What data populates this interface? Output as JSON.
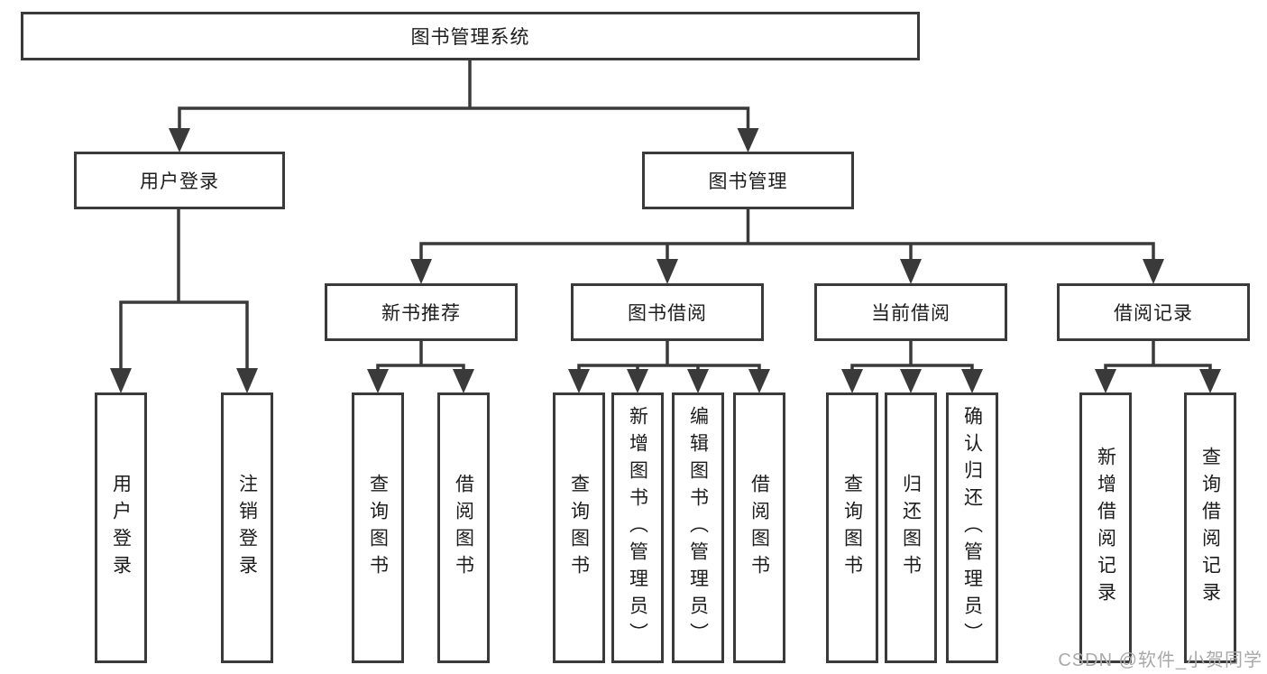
{
  "diagram": {
    "root": {
      "label": "图书管理系统"
    },
    "level2": [
      {
        "label": "用户登录"
      },
      {
        "label": "图书管理"
      }
    ],
    "level3": [
      {
        "label": "新书推荐"
      },
      {
        "label": "图书借阅"
      },
      {
        "label": "当前借阅"
      },
      {
        "label": "借阅记录"
      }
    ],
    "leaves": {
      "under_user_login": [
        "用户登录",
        "注销登录"
      ],
      "under_new_book_recommendation": [
        "查询图书",
        "借阅图书"
      ],
      "under_book_borrowing": [
        "查询图书",
        "新增图书（管理员）",
        "编辑图书（管理员）",
        "借阅图书"
      ],
      "under_current_borrowing": [
        "查询图书",
        "归还图书",
        "确认归还（管理员）"
      ],
      "under_borrowing_records": [
        "新增借阅记录",
        "查询借阅记录"
      ]
    }
  },
  "watermark": {
    "text": "CSDN @软件_小贺同学"
  },
  "colors": {
    "line": "#3a3a3a",
    "text": "#1c1c1c",
    "background": "#ffffff",
    "watermark": "#a9a9a9"
  }
}
